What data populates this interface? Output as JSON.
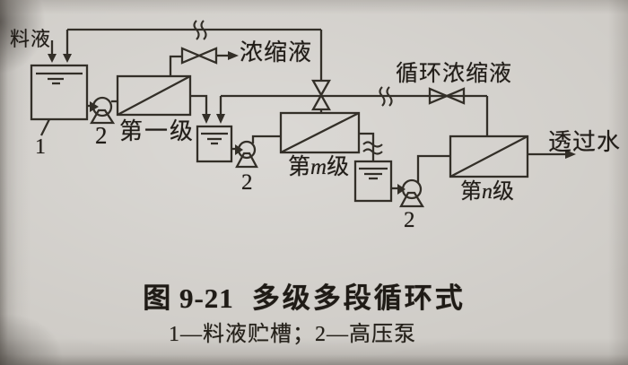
{
  "figure": {
    "caption_number": "图 9-21",
    "caption_title": "多级多段循环式",
    "legend": "1—料液贮槽；2—高压泵"
  },
  "streams": {
    "feed": "料液",
    "concentrate": "浓缩液",
    "recycle_concentrate": "循环浓缩液",
    "permeate": "透过水"
  },
  "stages": {
    "stage1": {
      "label": "第一级"
    },
    "stageM": {
      "prefix": "第",
      "variable": "m",
      "suffix": "级"
    },
    "stageN": {
      "prefix": "第",
      "variable": "n",
      "suffix": "级"
    }
  },
  "equipment": {
    "tank_number": "1",
    "pump_number": "2"
  },
  "colors": {
    "paper": "#cfccc7",
    "ink": "#322e27"
  }
}
